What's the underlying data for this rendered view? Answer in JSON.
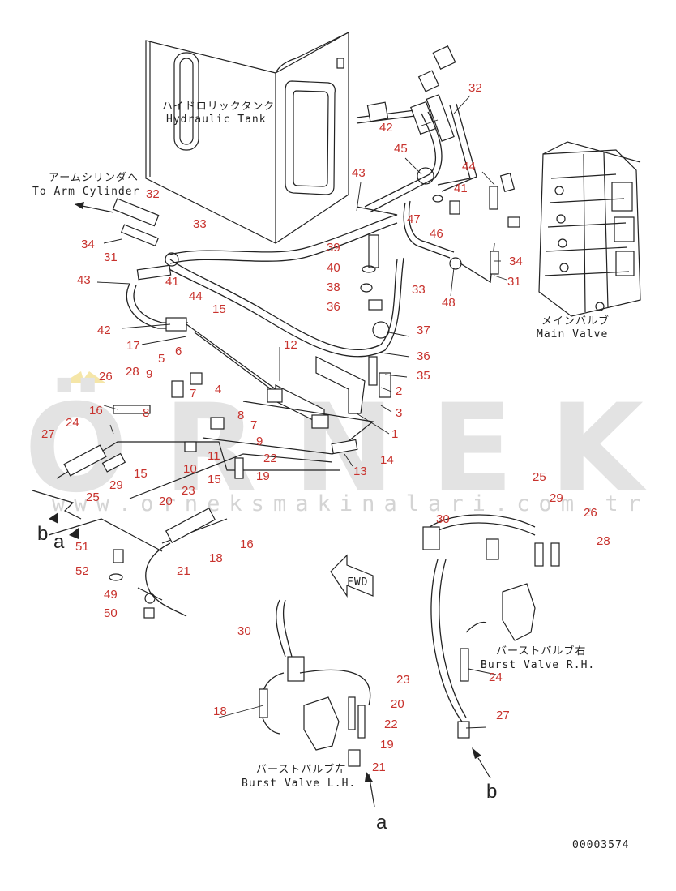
{
  "watermark": {
    "brand": "ÖRNEK",
    "url": "www.orneksmakinalari.com.tr",
    "accent_color": "#f5e6a8"
  },
  "labels": {
    "hydraulic_tank_jp": "ハイドロリックタンク",
    "hydraulic_tank_en": "Hydraulic Tank",
    "to_arm_cylinder_jp": "アームシリンダへ",
    "to_arm_cylinder_en": "To Arm Cylinder",
    "main_valve_jp": "メインバルブ",
    "main_valve_en": "Main Valve",
    "burst_valve_rh_jp": "バーストバルブ右",
    "burst_valve_rh_en": "Burst Valve R.H.",
    "burst_valve_lh_jp": "バーストバルブ左",
    "burst_valve_lh_en": "Burst Valve L.H.",
    "fwd": "FWD",
    "drawing_number": "00003574"
  },
  "connections": [
    "a",
    "b",
    "a",
    "b"
  ],
  "callouts": [
    "32",
    "42",
    "45",
    "43",
    "44",
    "41",
    "47",
    "46",
    "34",
    "31",
    "48",
    "33",
    "39",
    "40",
    "38",
    "36",
    "37",
    "36",
    "35",
    "2",
    "3",
    "1",
    "14",
    "13",
    "12",
    "15",
    "44",
    "41",
    "43",
    "42",
    "17",
    "5",
    "6",
    "4",
    "28",
    "9",
    "7",
    "8",
    "26",
    "16",
    "27",
    "24",
    "29",
    "15",
    "25",
    "8",
    "7",
    "9",
    "22",
    "10",
    "11",
    "19",
    "15",
    "23",
    "20",
    "16",
    "18",
    "21",
    "32",
    "33",
    "34",
    "31",
    "51",
    "52",
    "49",
    "50",
    "30",
    "23",
    "20",
    "22",
    "19",
    "21",
    "18",
    "25",
    "29",
    "26",
    "28",
    "30",
    "24",
    "27"
  ],
  "theme": {
    "ink": "#222222",
    "callout_color": "#c8322d",
    "watermark_color": "#e3e3e3"
  }
}
